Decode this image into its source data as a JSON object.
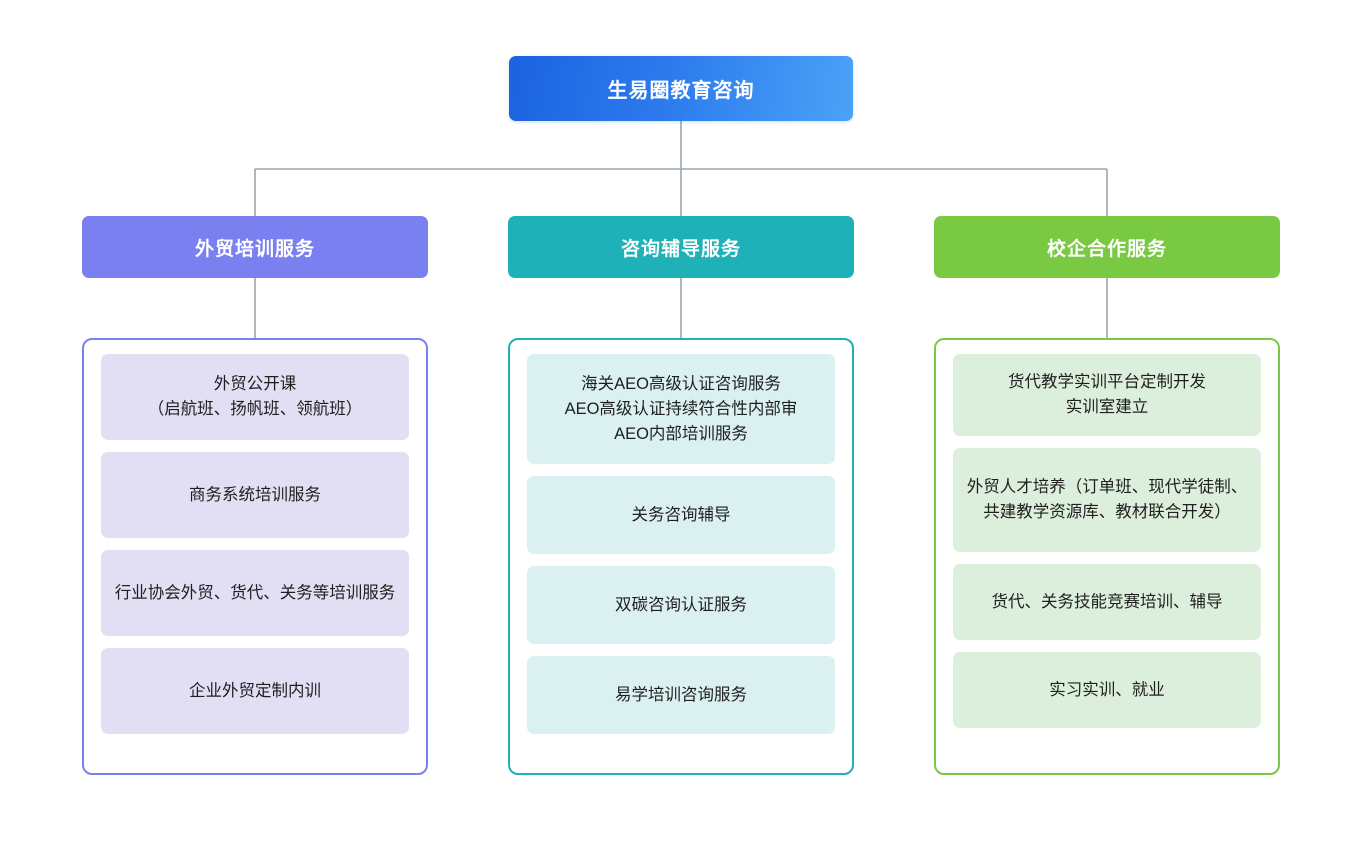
{
  "diagram": {
    "type": "org-chart",
    "orientation": "top-down",
    "connector_color": "#9aa5b1",
    "root": {
      "label": "生易圈教育咨询",
      "color_start": "#1b63e0",
      "color_end": "#4ba2f7",
      "text_color": "#ffffff"
    },
    "branches": [
      {
        "id": "foreign-trade-training",
        "label": "外贸培训服务",
        "accent": "#7b80f0",
        "card_fill": "#e2def4",
        "items": [
          {
            "text": "外贸公开课\n（启航班、扬帆班、领航班）"
          },
          {
            "text": "商务系统培训服务"
          },
          {
            "text": "行业协会外贸、货代、关务等培训服务"
          },
          {
            "text": "企业外贸定制内训"
          }
        ]
      },
      {
        "id": "consulting-tutoring",
        "label": "咨询辅导服务",
        "accent": "#1eb2b8",
        "card_fill": "#daf0f1",
        "items": [
          {
            "text": "海关AEO高级认证咨询服务\nAEO高级认证持续符合性内部审\nAEO内部培训服务"
          },
          {
            "text": "关务咨询辅导"
          },
          {
            "text": "双碳咨询认证服务"
          },
          {
            "text": "易学培训咨询服务"
          }
        ]
      },
      {
        "id": "school-enterprise-cooperation",
        "label": "校企合作服务",
        "accent": "#7ac943",
        "card_fill": "#dcefdc",
        "items": [
          {
            "text": "货代教学实训平台定制开发\n实训室建立"
          },
          {
            "text": "外贸人才培养（订单班、现代学徒制、共建教学资源库、教材联合开发）"
          },
          {
            "text": "货代、关务技能竞赛培训、辅导"
          },
          {
            "text": "实习实训、就业"
          }
        ]
      }
    ]
  }
}
